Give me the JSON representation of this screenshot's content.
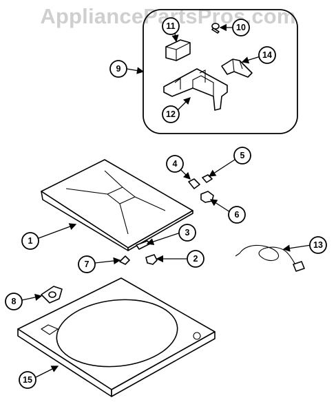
{
  "watermark": "AppliancePartsPros.com",
  "callouts": [
    "1",
    "2",
    "3",
    "4",
    "5",
    "6",
    "7",
    "8",
    "9",
    "10",
    "11",
    "12",
    "13",
    "14",
    "15"
  ]
}
